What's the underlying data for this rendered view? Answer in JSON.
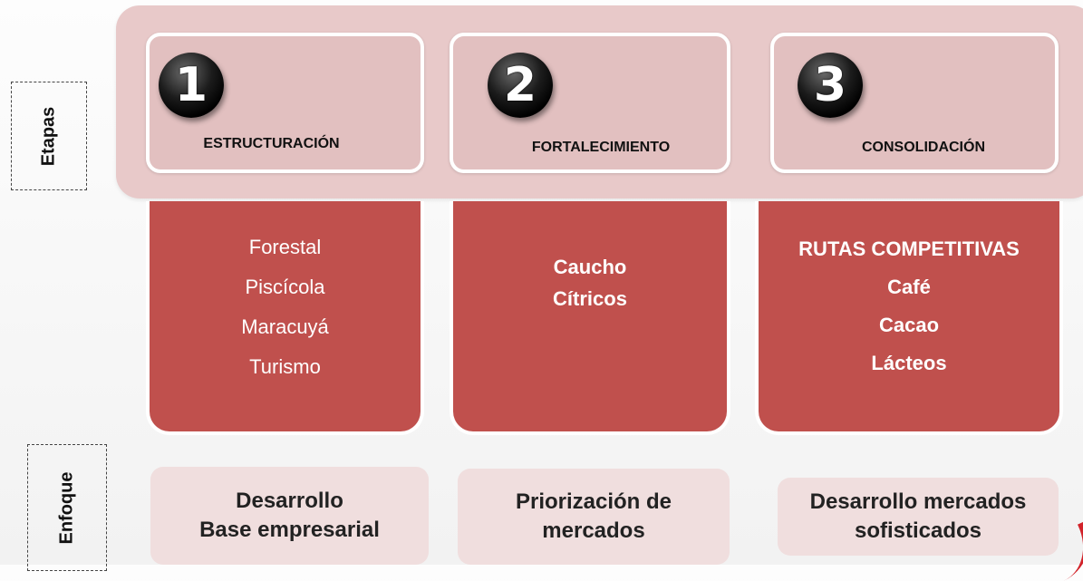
{
  "side_labels": {
    "stages": "Etapas",
    "focus": "Enfoque"
  },
  "stages": [
    {
      "number": "1",
      "name": "ESTRUCTURACIÓN"
    },
    {
      "number": "2",
      "name": "FORTALECIMIENTO"
    },
    {
      "number": "3",
      "name": "CONSOLIDACIÓN"
    }
  ],
  "sectors": [
    {
      "items": [
        "Forestal",
        "Piscícola",
        "Maracuyá",
        "Turismo"
      ]
    },
    {
      "items": [
        "Caucho",
        "Cítricos"
      ]
    },
    {
      "heading": "RUTAS COMPETITIVAS",
      "items": [
        "Café",
        "Cacao",
        "Lácteos"
      ]
    }
  ],
  "focus": [
    {
      "lines": [
        "Desarrollo",
        "Base empresarial"
      ]
    },
    {
      "lines": [
        "Priorización de",
        "mercados"
      ]
    },
    {
      "lines": [
        "Desarrollo mercados",
        "sofisticados"
      ]
    }
  ],
  "colors": {
    "band": "#e8c9c9",
    "card": "#e2c0c0",
    "sector": "#c0504d",
    "focus": "#f0dede"
  }
}
